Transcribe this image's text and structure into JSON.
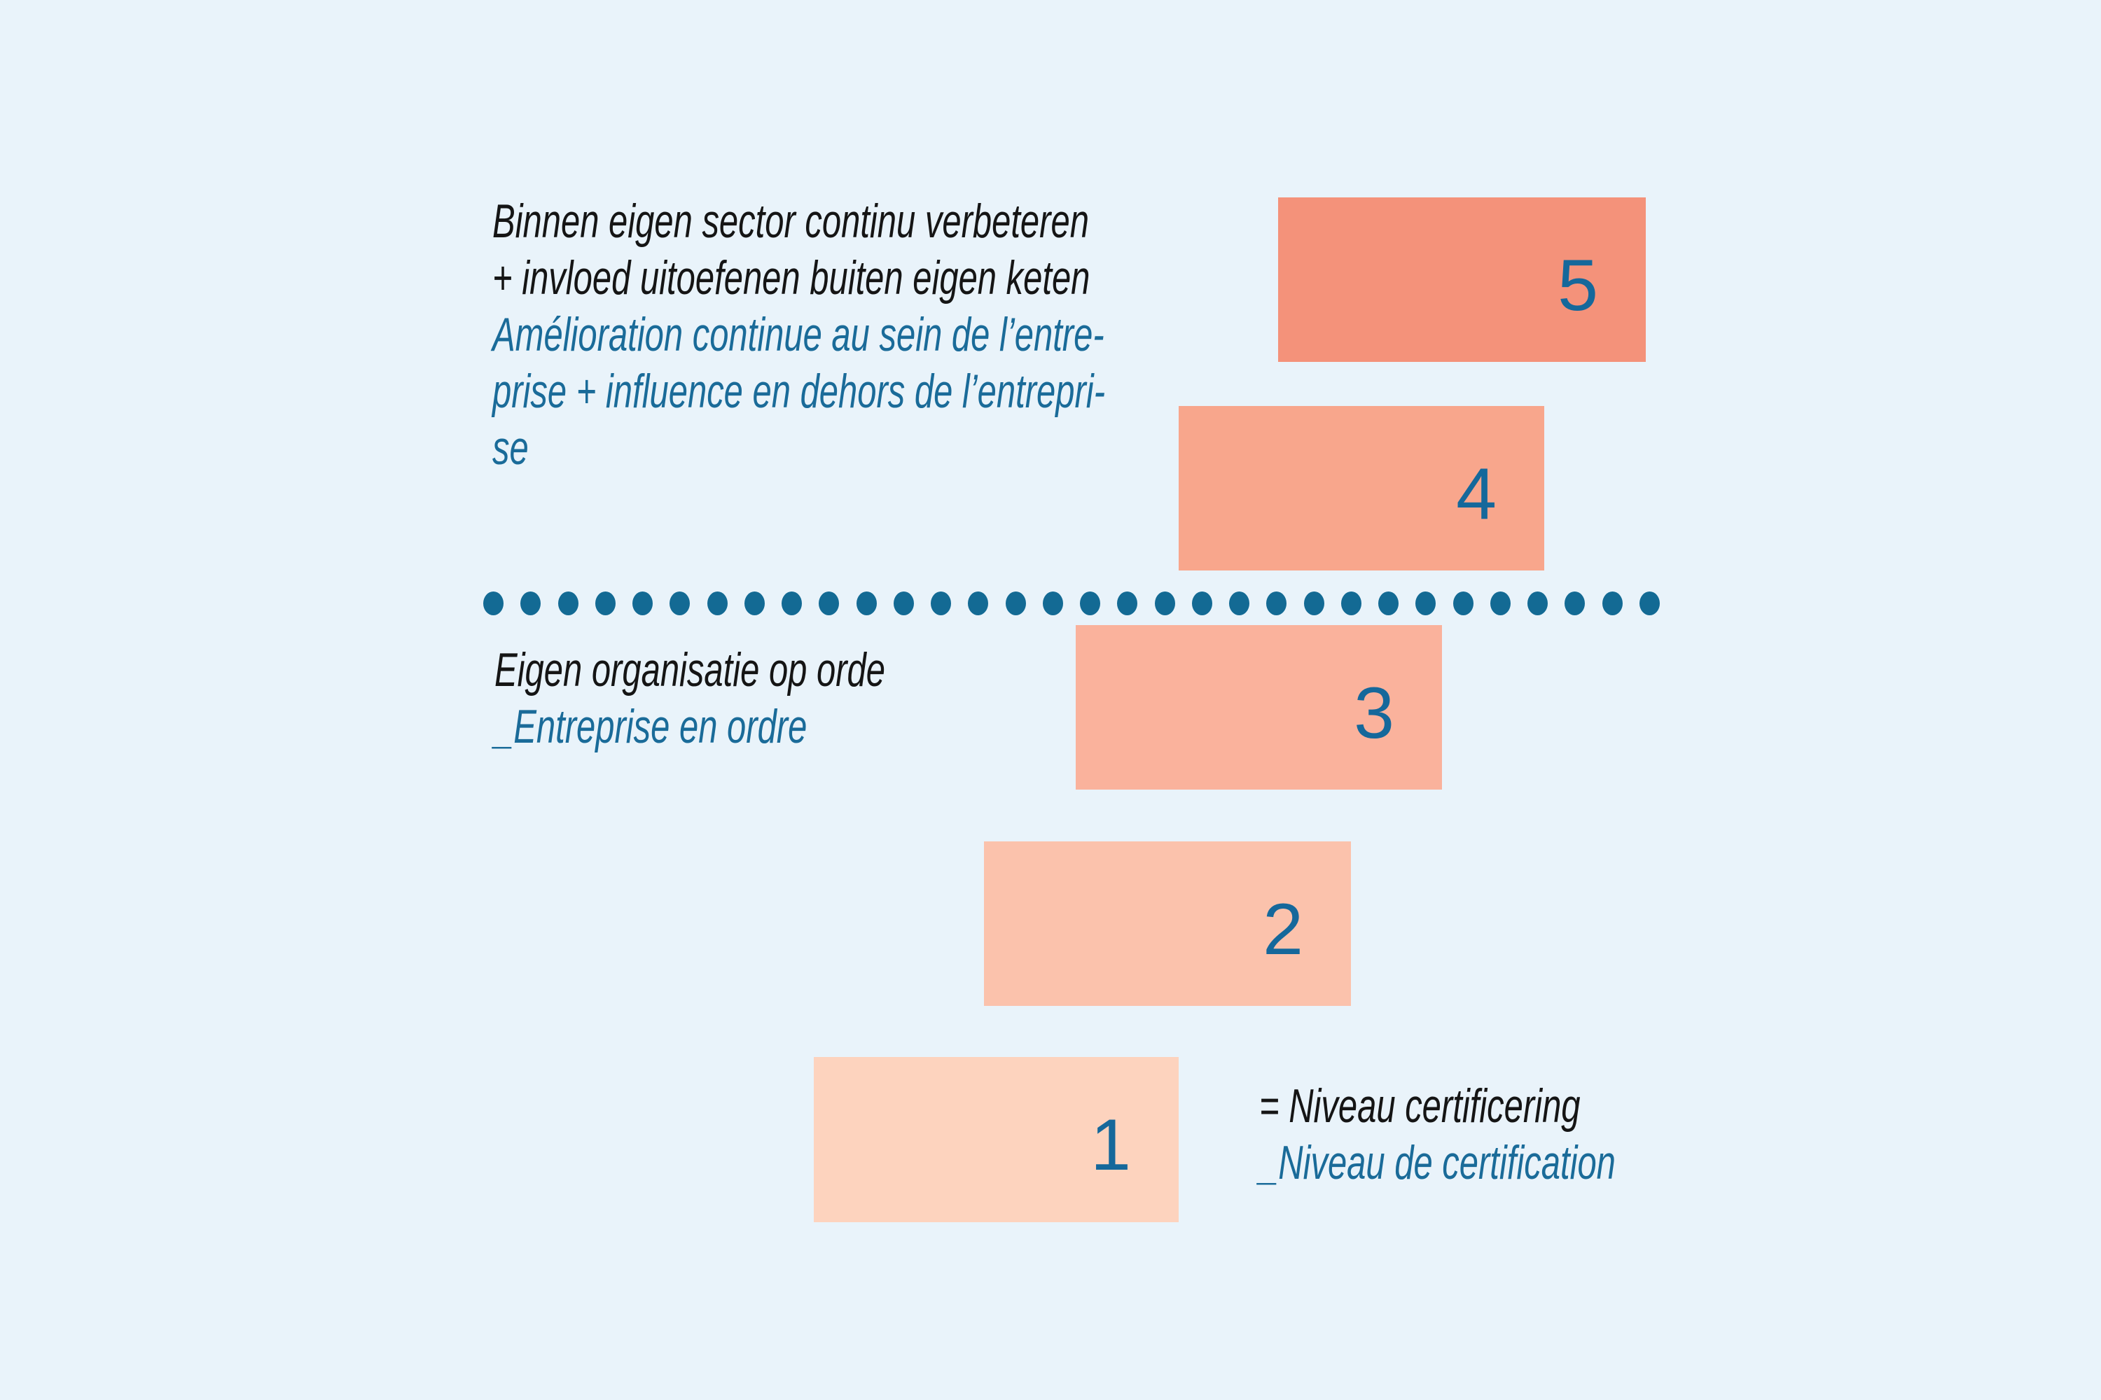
{
  "background": "#E9F3FA",
  "palette": {
    "blue_text": "#1A6B99",
    "black_text": "#151515",
    "number_blue": "#15689B"
  },
  "levels": [
    {
      "number": "1",
      "color": "#FDD3BE"
    },
    {
      "number": "2",
      "color": "#FBC2AC"
    },
    {
      "number": "3",
      "color": "#FAB29C"
    },
    {
      "number": "4",
      "color": "#F8A68C"
    },
    {
      "number": "5",
      "color": "#F4927A"
    }
  ],
  "annotations": {
    "upper": {
      "nl_lines": [
        "Binnen eigen sector continu verbeteren",
        "+ invloed uitoefenen buiten eigen keten"
      ],
      "fr_lines": [
        "Amélioration continue au sein de l’entre-",
        "prise + influence en dehors de l’entrepri-",
        "se"
      ]
    },
    "middle": {
      "nl_lines": [
        "Eigen organisatie op orde"
      ],
      "fr_lines": [
        "_Entreprise en ordre"
      ]
    },
    "legend": {
      "nl_lines": [
        "= Niveau certificering"
      ],
      "fr_lines": [
        "_Niveau de certification"
      ]
    }
  },
  "separator": {
    "dot_count": 32,
    "color": "#136A94"
  }
}
